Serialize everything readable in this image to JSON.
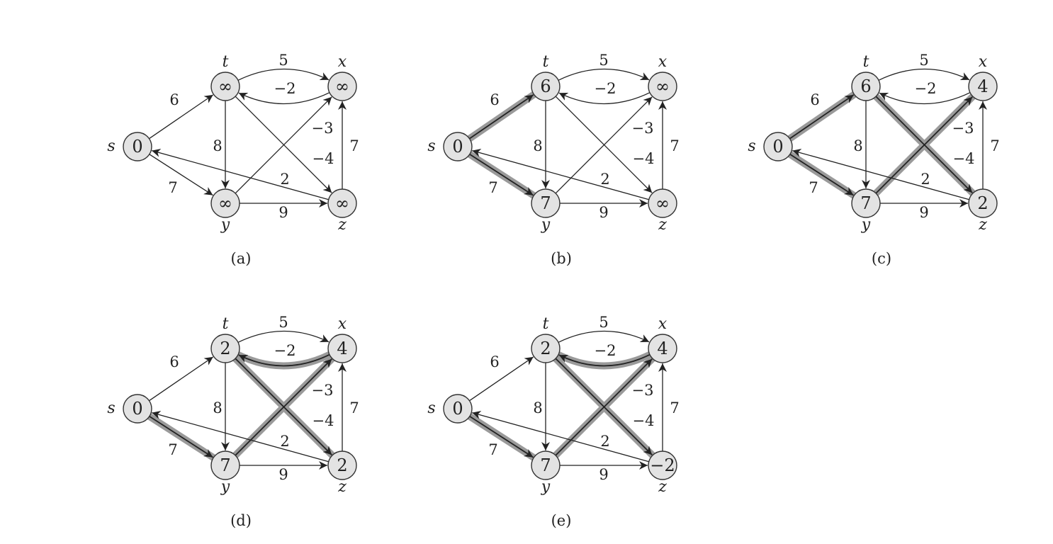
{
  "diagram": {
    "style": {
      "node_fill": "#e3e3e3",
      "node_stroke": "#333333",
      "edge_color": "#222222",
      "highlight_color": "#9a9a9a",
      "text_color": "#222222"
    },
    "vertices": [
      {
        "id": "s",
        "label": "s"
      },
      {
        "id": "t",
        "label": "t"
      },
      {
        "id": "x",
        "label": "x"
      },
      {
        "id": "y",
        "label": "y"
      },
      {
        "id": "z",
        "label": "z"
      }
    ],
    "edges": [
      {
        "id": "tx",
        "from": "t",
        "to": "x",
        "weight": "5"
      },
      {
        "id": "xt",
        "from": "x",
        "to": "t",
        "weight": "−2"
      },
      {
        "id": "st",
        "from": "s",
        "to": "t",
        "weight": "6"
      },
      {
        "id": "sy",
        "from": "s",
        "to": "y",
        "weight": "7"
      },
      {
        "id": "ty",
        "from": "t",
        "to": "y",
        "weight": "8"
      },
      {
        "id": "yx",
        "from": "y",
        "to": "x",
        "weight": "−3"
      },
      {
        "id": "tz",
        "from": "t",
        "to": "z",
        "weight": "−4"
      },
      {
        "id": "zx",
        "from": "z",
        "to": "x",
        "weight": "7"
      },
      {
        "id": "zs",
        "from": "z",
        "to": "s",
        "weight": "2"
      },
      {
        "id": "yz",
        "from": "y",
        "to": "z",
        "weight": "9"
      }
    ],
    "panels": [
      {
        "caption": "(a)",
        "distances": {
          "s": "0",
          "t": "∞",
          "x": "∞",
          "y": "∞",
          "z": "∞"
        },
        "highlighted": []
      },
      {
        "caption": "(b)",
        "distances": {
          "s": "0",
          "t": "6",
          "x": "∞",
          "y": "7",
          "z": "∞"
        },
        "highlighted": [
          "st",
          "sy"
        ]
      },
      {
        "caption": "(c)",
        "distances": {
          "s": "0",
          "t": "6",
          "x": "4",
          "y": "7",
          "z": "2"
        },
        "highlighted": [
          "st",
          "sy",
          "yx",
          "tz"
        ]
      },
      {
        "caption": "(d)",
        "distances": {
          "s": "0",
          "t": "2",
          "x": "4",
          "y": "7",
          "z": "2"
        },
        "highlighted": [
          "sy",
          "yx",
          "xt",
          "tz"
        ]
      },
      {
        "caption": "(e)",
        "distances": {
          "s": "0",
          "t": "2",
          "x": "4",
          "y": "7",
          "z": "−2"
        },
        "highlighted": [
          "sy",
          "yx",
          "xt",
          "tz"
        ]
      }
    ]
  }
}
